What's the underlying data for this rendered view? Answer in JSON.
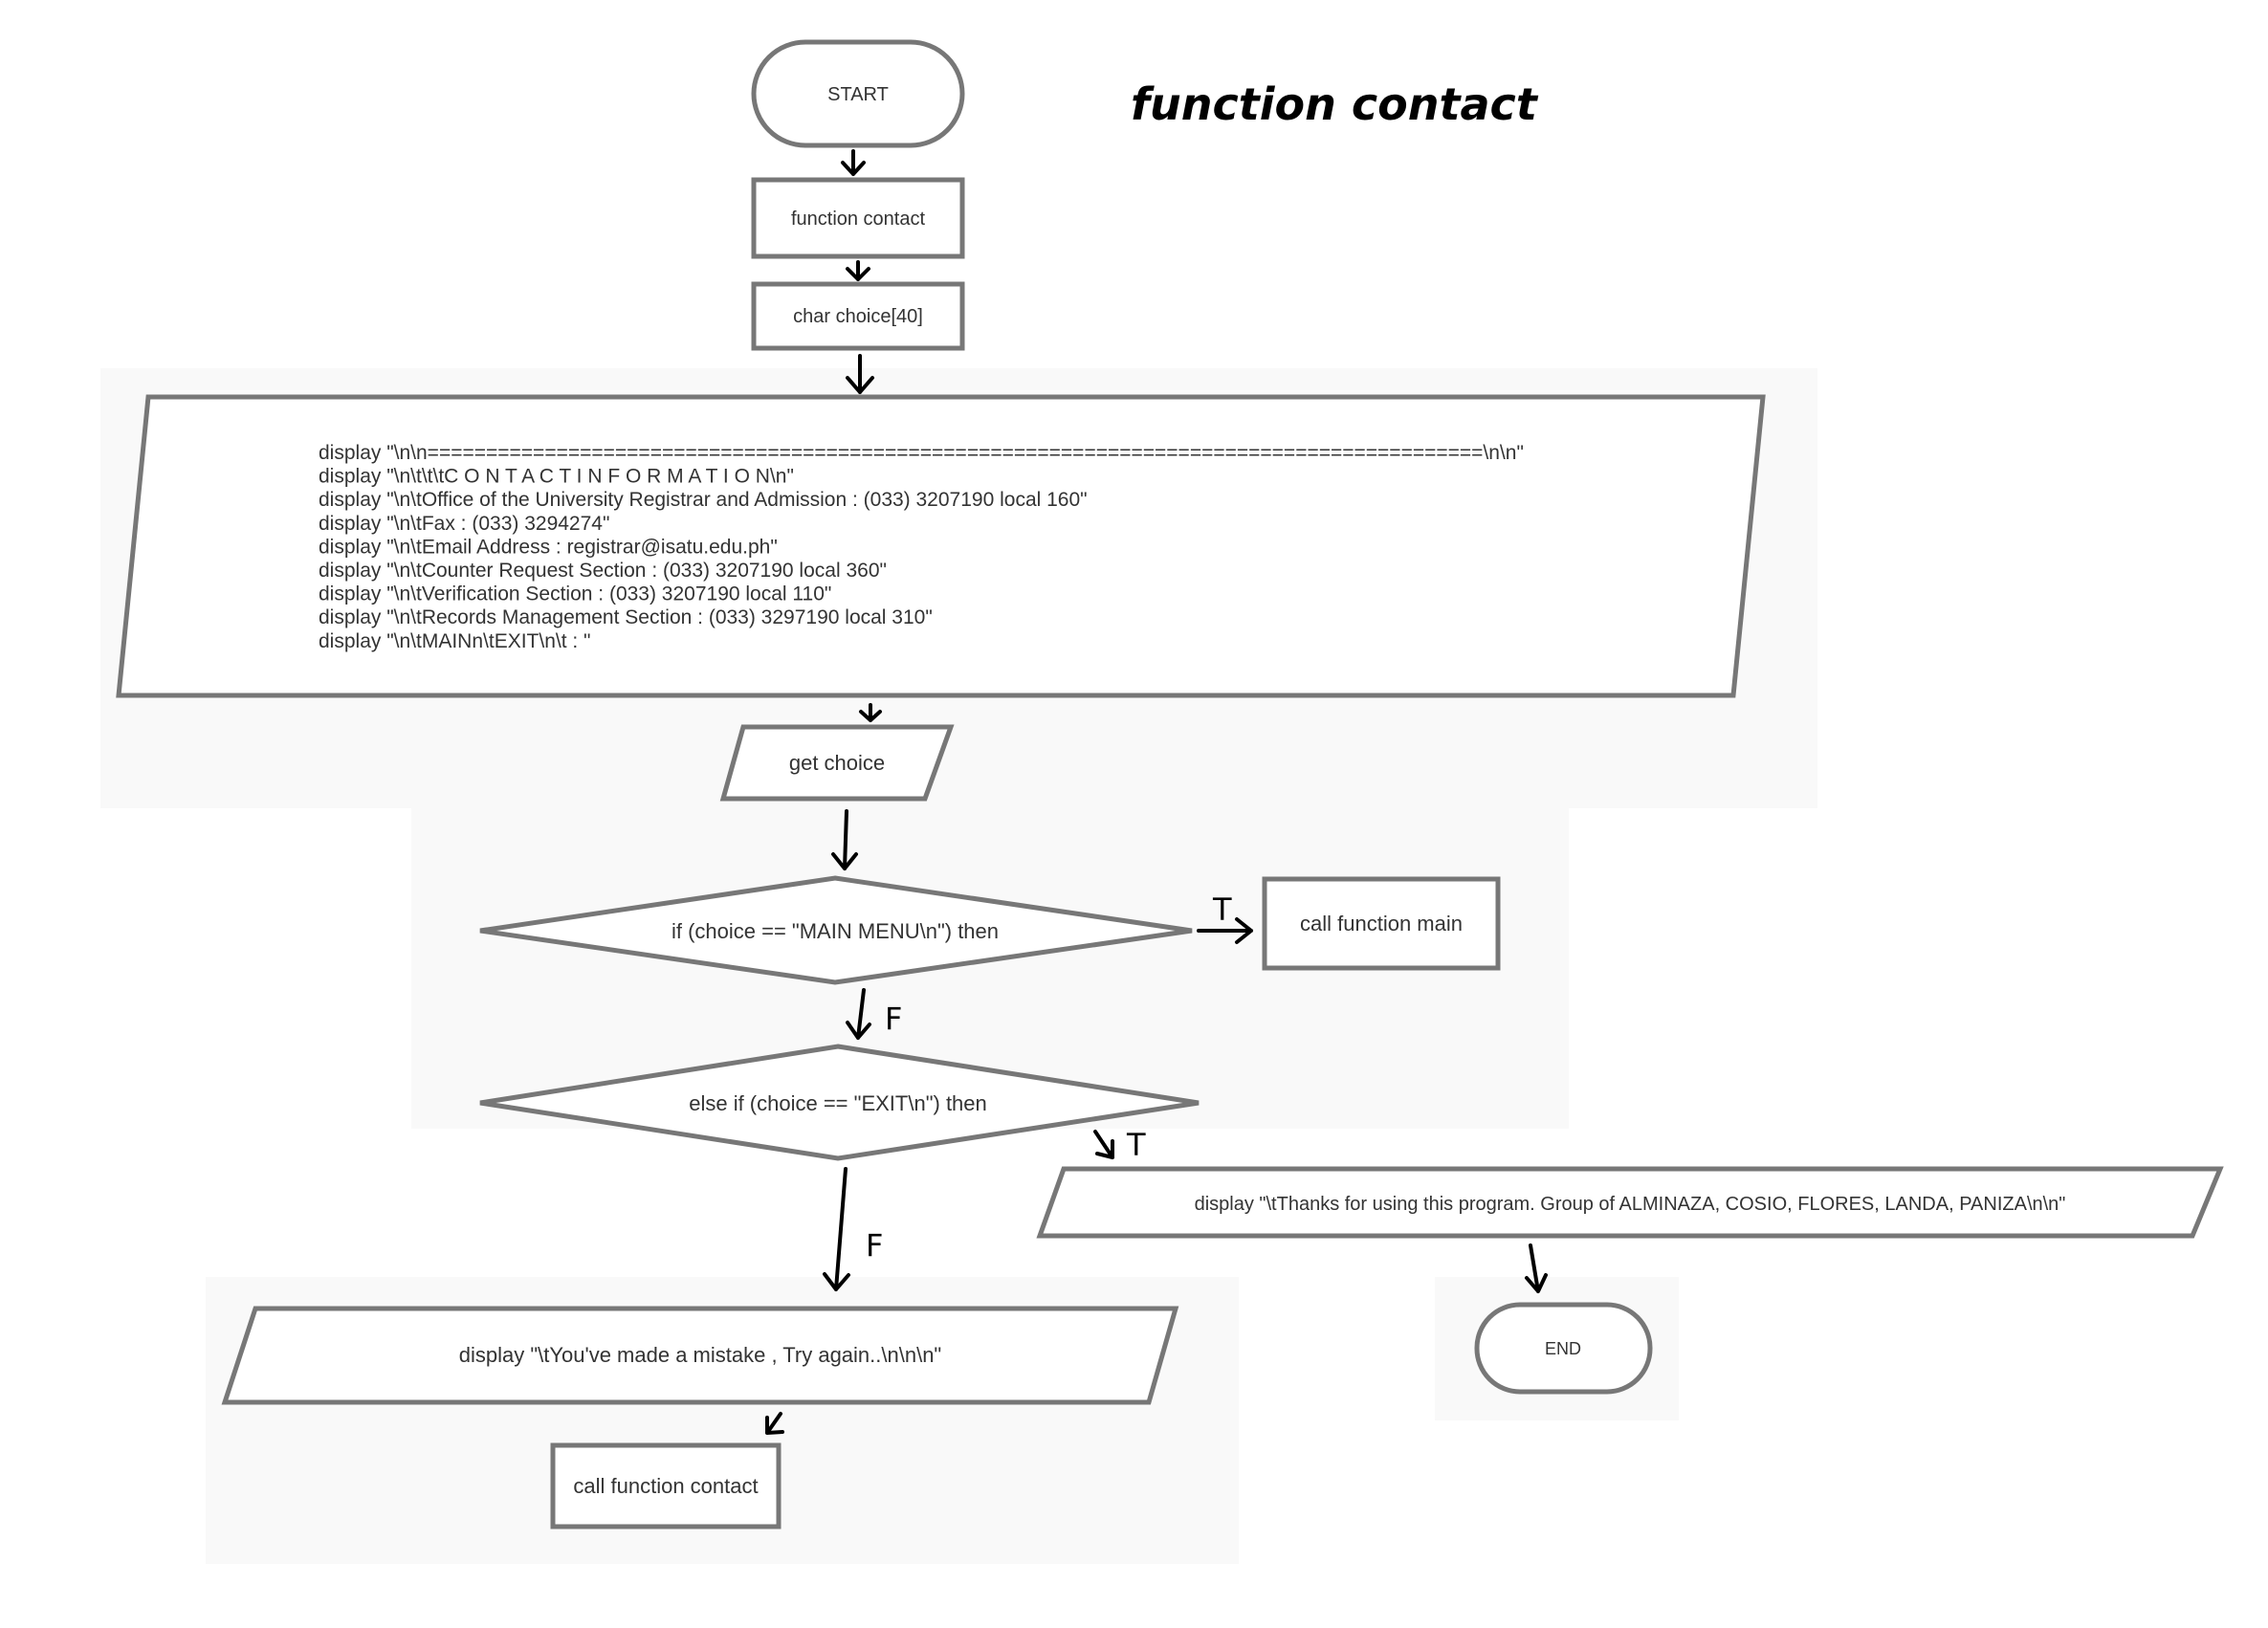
{
  "title": "function contact",
  "colors": {
    "stroke": "#777777",
    "text": "#333333",
    "arrow": "#000000",
    "panel": "#f9f9f9"
  },
  "nodes": {
    "start": "START",
    "func": "function contact",
    "decl": "char choice[40]",
    "display_lines": [
      "display \"\\n\\n==========================================================================================\\n\\n\"",
      "display \"\\n\\t\\t\\tC O N T A C T I N F O R M A T I O N\\n\"",
      "display \"\\n\\tOffice of the University Registrar and Admission : (033) 3207190 local 160\"",
      "display \"\\n\\tFax : (033) 3294274\"",
      "display \"\\n\\tEmail Address : registrar@isatu.edu.ph\"",
      "display \"\\n\\tCounter Request Section : (033) 3207190 local 360\"",
      "display \"\\n\\tVerification Section : (033) 3207190 local 110\"",
      "display \"\\n\\tRecords Management Section : (033) 3297190 local 310\"",
      "display \"\\n\\tMAINn\\tEXIT\\n\\t : \""
    ],
    "input": "get choice",
    "decision1": "if (choice == \"MAIN MENU\\n\") then",
    "call_main": "call function main",
    "decision2": "else if (choice == \"EXIT\\n\") then",
    "thanks": "display \"\\tThanks for using this program. Group of ALMINAZA, COSIO, FLORES, LANDA, PANIZA\\n\\n\"",
    "end": "END",
    "mistake": "display \"\\tYou've made a mistake , Try again..\\n\\n\\n\"",
    "call_contact": "call function contact"
  },
  "edge_labels": {
    "true1": "T",
    "false1": "F",
    "true2": "T",
    "false2": "F"
  }
}
